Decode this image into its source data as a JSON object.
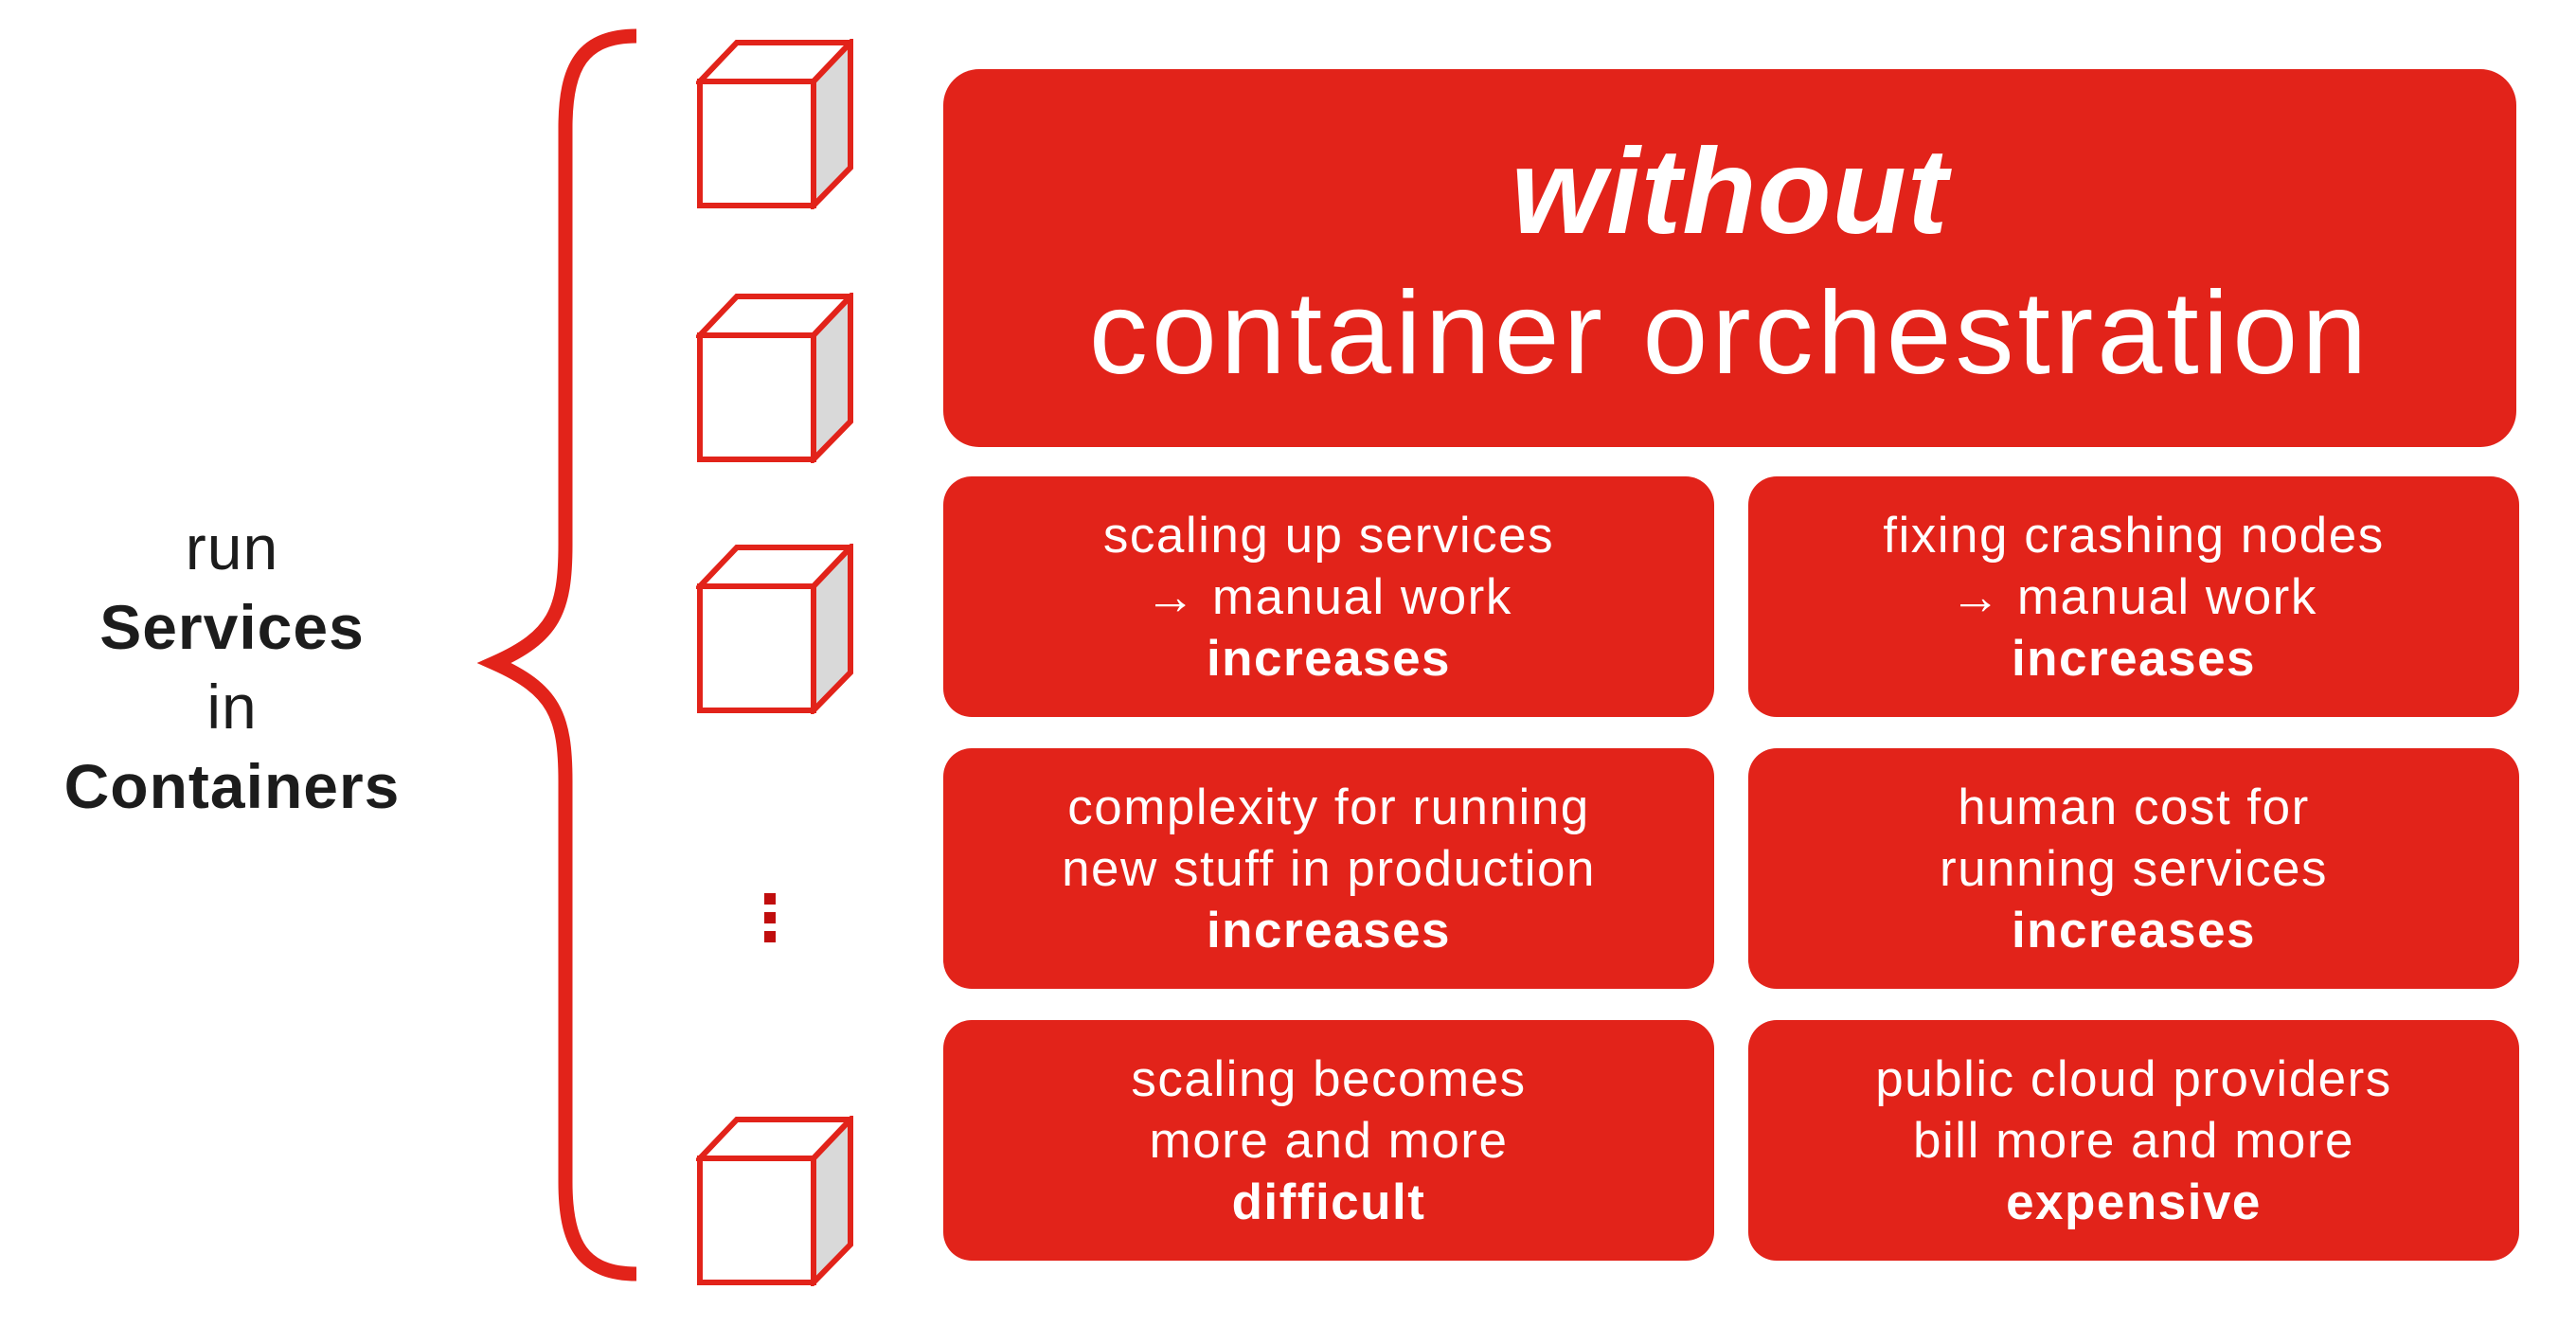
{
  "colors": {
    "red": "#e2231a",
    "dots_red": "#c00d0d",
    "cube_side": "#d9d9d9",
    "ink": "#1c1c1c",
    "card_text": "#ffffff",
    "background": "#ffffff"
  },
  "left_label": {
    "line1": "run",
    "line2": "Services",
    "line3": "in",
    "line4": "Containers"
  },
  "title": {
    "line1": "without",
    "line2": "container orchestration"
  },
  "cards": [
    {
      "line1": "scaling up services",
      "line2": "→ manual work",
      "line3": "increases"
    },
    {
      "line1": "fixing crashing nodes",
      "line2": "→ manual work",
      "line3": "increases"
    },
    {
      "line1": "complexity for running",
      "line2": "new stuff in production",
      "line3": "increases"
    },
    {
      "line1": "human cost for",
      "line2": "running services",
      "line3": "increases"
    },
    {
      "line1": "scaling becomes",
      "line2": "more and more",
      "line3": "difficult"
    },
    {
      "line1": "public cloud providers",
      "line2": "bill more and more",
      "line3": "expensive"
    }
  ],
  "icons": {
    "cube": "container-cube-icon",
    "ellipsis": "vertical-ellipsis-icon",
    "brace": "curly-brace-icon",
    "arrow_glyph": "→"
  }
}
